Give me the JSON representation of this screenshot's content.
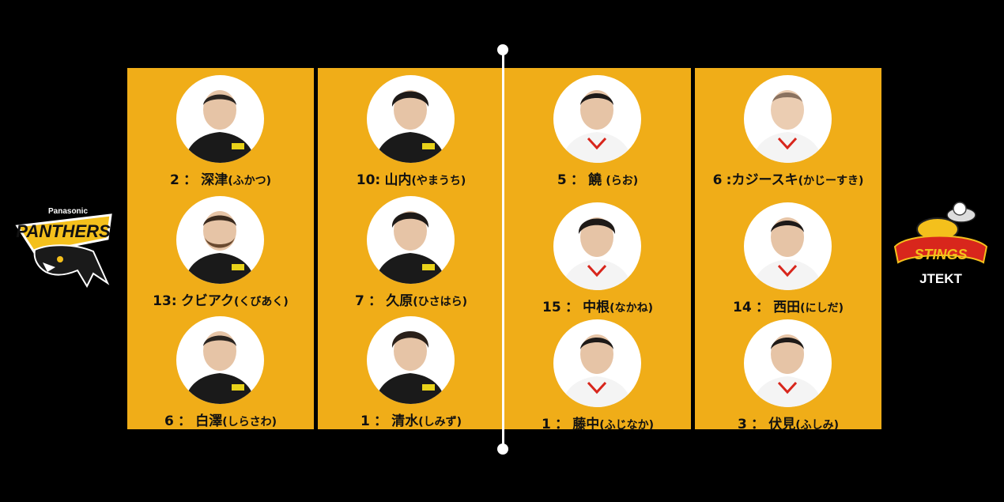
{
  "teams": {
    "left": {
      "logo_text_top": "Panasonic",
      "logo_text_main": "PANTHERS"
    },
    "right": {
      "logo_text_main": "STINGS",
      "logo_text_bottom": "JTEKT"
    }
  },
  "colors": {
    "panel": "#f0ad18",
    "background": "#000000"
  },
  "players": [
    {
      "num": "2",
      "sep": "：",
      "name": "深津",
      "kana": "(ふかつ)"
    },
    {
      "num": "13",
      "sep": ":",
      "name": "クビアク",
      "kana": "(くびあく)"
    },
    {
      "num": "6",
      "sep": "：",
      "name": "白澤",
      "kana": "(しらさわ)"
    },
    {
      "num": "10",
      "sep": ":",
      "name": "山内",
      "kana": "(やまうち)"
    },
    {
      "num": "7",
      "sep": "：",
      "name": "久原",
      "kana": "(ひさはら)"
    },
    {
      "num": "1",
      "sep": "：",
      "name": "清水",
      "kana": "(しみず)"
    },
    {
      "num": "5",
      "sep": "：",
      "name": "饒",
      "kana": "(らお)"
    },
    {
      "num": "15",
      "sep": "：",
      "name": "中根",
      "kana": "(なかね)"
    },
    {
      "num": "1",
      "sep": "：",
      "name": "藤中",
      "kana": "(ふじなか)"
    },
    {
      "num": "6",
      "sep": ":",
      "name": "カジースキ",
      "kana": "(かじーすき)"
    },
    {
      "num": "14",
      "sep": "：",
      "name": "西田",
      "kana": "(にしだ)"
    },
    {
      "num": "3",
      "sep": "：",
      "name": "伏見",
      "kana": "(ふしみ)"
    }
  ]
}
